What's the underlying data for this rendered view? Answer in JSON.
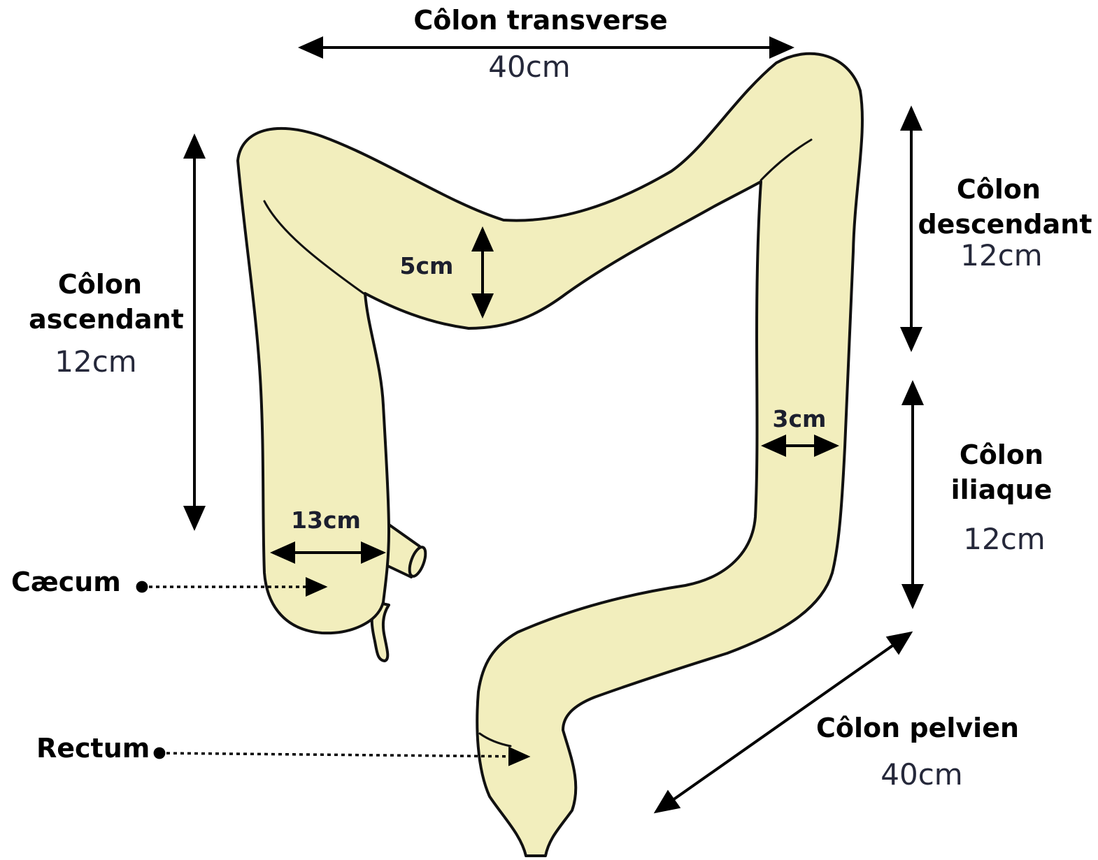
{
  "colors": {
    "colon_fill": "#f2eebd",
    "outline": "#111111",
    "label": "#000000",
    "measure": "#25283a"
  },
  "segments": {
    "transverse": {
      "name": "Côlon transverse",
      "length": "40cm",
      "diameter": "5cm"
    },
    "ascending": {
      "name_line1": "Côlon",
      "name_line2": "ascendant",
      "length": "12cm",
      "diameter": "13cm"
    },
    "descending": {
      "name_line1": "Côlon",
      "name_line2": "descendant",
      "length": "12cm",
      "diameter": "3cm"
    },
    "iliac": {
      "name_line1": "Côlon",
      "name_line2": "iliaque",
      "length": "12cm"
    },
    "pelvic": {
      "name": "Côlon pelvien",
      "length": "40cm"
    }
  },
  "pointers": {
    "caecum": "Cæcum",
    "rectum": "Rectum"
  }
}
